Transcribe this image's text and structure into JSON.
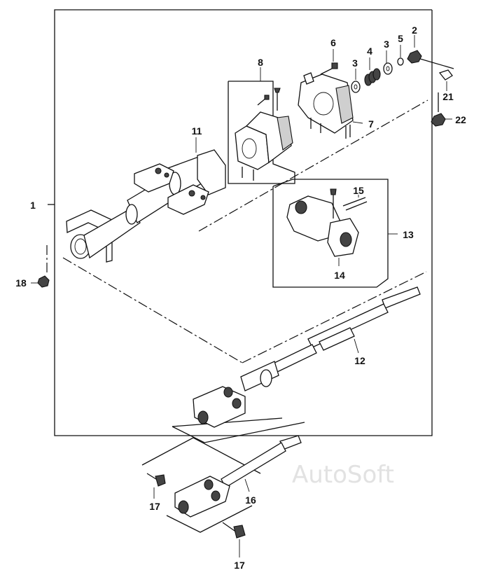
{
  "diagram": {
    "watermark": "AutoSoft",
    "callouts": [
      {
        "id": "c1",
        "text": "1"
      },
      {
        "id": "c2",
        "text": "2"
      },
      {
        "id": "c3a",
        "text": "3"
      },
      {
        "id": "c3b",
        "text": "3"
      },
      {
        "id": "c4",
        "text": "4"
      },
      {
        "id": "c5",
        "text": "5"
      },
      {
        "id": "c6",
        "text": "6"
      },
      {
        "id": "c7",
        "text": "7"
      },
      {
        "id": "c8",
        "text": "8"
      },
      {
        "id": "c11",
        "text": "11"
      },
      {
        "id": "c12",
        "text": "12"
      },
      {
        "id": "c13",
        "text": "13"
      },
      {
        "id": "c14",
        "text": "14"
      },
      {
        "id": "c15",
        "text": "15"
      },
      {
        "id": "c16",
        "text": "16"
      },
      {
        "id": "c17a",
        "text": "17"
      },
      {
        "id": "c17b",
        "text": "17"
      },
      {
        "id": "c18",
        "text": "18"
      },
      {
        "id": "c21",
        "text": "21"
      },
      {
        "id": "c22",
        "text": "22"
      }
    ]
  }
}
